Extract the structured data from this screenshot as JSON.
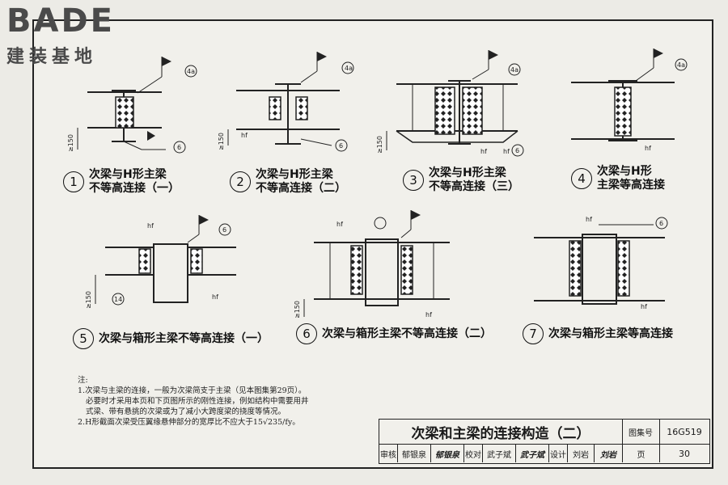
{
  "watermark": {
    "brand": "BADE",
    "subtitle": "建装基地"
  },
  "captions": [
    {
      "num": "1",
      "line1": "次梁与H形主梁",
      "line2": "不等高连接（一）"
    },
    {
      "num": "2",
      "line1": "次梁与H形主梁",
      "line2": "不等高连接（二）"
    },
    {
      "num": "3",
      "line1": "次梁与H形主梁",
      "line2": "不等高连接（三）"
    },
    {
      "num": "4",
      "line1": "次梁与H形",
      "line2": "主梁等高连接"
    },
    {
      "num": "5",
      "line1": "次梁与箱形主梁不等高连接（一）"
    },
    {
      "num": "6",
      "line1": "次梁与箱形主梁不等高连接（二）"
    },
    {
      "num": "7",
      "line1": "次梁与箱形主梁等高连接"
    }
  ],
  "drawing_labels": {
    "weld_4a": "4a",
    "weld_6": "6",
    "weld_14": "14",
    "hf": "hf",
    "dim_150": "≥150"
  },
  "notes": {
    "heading": "注:",
    "line1": "1.次梁与主梁的连接，一般为次梁简支于主梁（见本图集第29页）。",
    "line2": "必要时才采用本页和下页图所示的刚性连接，例如结构中需要用井",
    "line3": "式梁、带有悬挑的次梁或为了减小大跨度梁的挠度等情况。",
    "line4": "2.H形截面次梁受压翼缘悬伸部分的宽厚比不应大于15√235/fy。"
  },
  "title_block": {
    "title": "次梁和主梁的连接构造（二）",
    "atlas_label": "图集号",
    "atlas_no": "16G519",
    "review_label": "审核",
    "review_name": "郁银泉",
    "review_sign": "郁银泉",
    "check_label": "校对",
    "check_name": "武子斌",
    "check_sign": "武子斌",
    "design_label": "设计",
    "design_name": "刘岩",
    "design_sign": "刘岩",
    "page_label": "页",
    "page_no": "30"
  }
}
